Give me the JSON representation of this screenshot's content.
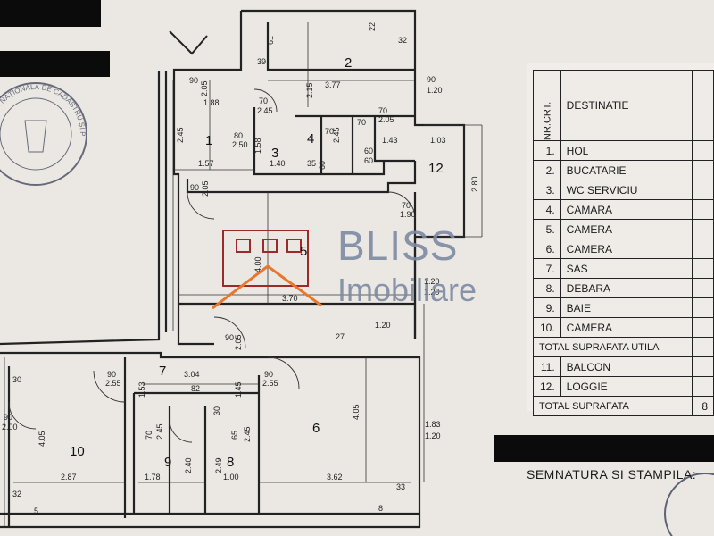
{
  "watermark": {
    "brand": "BLISS",
    "sub": "Imobiliare",
    "color": "#7d8aa2",
    "accent": "#e8772e"
  },
  "stamp": {
    "text": "AGENȚIA NAȚIONALĂ DE CADASTRU ȘI PUBLICITATE IMOBILIARĂ OFICIUL DE CADASTRU"
  },
  "rooms": [
    "1",
    "2",
    "3",
    "4",
    "5",
    "6",
    "7",
    "8",
    "9",
    "10",
    "12"
  ],
  "dims": {
    "d61": "61",
    "d39": "39",
    "d22": "22",
    "d32": "32",
    "d2_15": "2.15",
    "d3_77": "3.77",
    "d90a": "90",
    "d1_20a": "1.20",
    "d90b": "90",
    "d2_05a": "2.05",
    "d1_88": "1.88",
    "d70a": "70",
    "d2_45a": "2.45",
    "d70b": "70",
    "d2_05b": "2.05",
    "d2_45b": "2.45",
    "d80": "80",
    "d2_50": "2.50",
    "d1_58": "1.58",
    "d70c": "70",
    "d2_45c": "2.45",
    "d70d": "70",
    "d1_43": "1.43",
    "d1_03": "1.03",
    "d1_57": "1.57",
    "d1_40": "1.40",
    "d35": "35",
    "d60a": "60",
    "d60b": "60",
    "d60c": "60",
    "d2_80": "2.80",
    "d90c": "90",
    "d2_05c": "2.05",
    "d70e": "70",
    "d1_90": "1.90",
    "d4_00": "4.00",
    "d3_70": "3.70",
    "d1_20b": "1.20",
    "d1_20c": "1.20",
    "d1_20d": "1.20",
    "d90d": "90",
    "d2_05d": "2.05",
    "d27": "27",
    "d90e": "90",
    "d2_55a": "2.55",
    "d3_04": "3.04",
    "d90f": "90",
    "d2_55b": "2.55",
    "d1_53": "1.53",
    "d82": "82",
    "d1_45": "1.45",
    "d30a": "30",
    "d30b": "30",
    "d90g": "90",
    "d2_00": "2.00",
    "d4_05a": "4.05",
    "d4_05b": "4.05",
    "d70f": "70",
    "d2_45d": "2.45",
    "d65": "65",
    "d2_45e": "2.45",
    "d2_40": "2.40",
    "d2_49": "2.49",
    "d1_83": "1.83",
    "d1_20e": "1.20",
    "d2_87": "2.87",
    "d1_78": "1.78",
    "d1_00": "1.00",
    "d3_62": "3.62",
    "d32b": "32",
    "d5": "5",
    "d8": "8",
    "d33": "33"
  },
  "legend": {
    "header_nr": "NR.CRT.",
    "header_dest": "DESTINATIE",
    "rows": [
      {
        "nr": "1.",
        "dest": "HOL"
      },
      {
        "nr": "2.",
        "dest": "BUCATARIE"
      },
      {
        "nr": "3.",
        "dest": "WC SERVICIU"
      },
      {
        "nr": "4.",
        "dest": "CAMARA"
      },
      {
        "nr": "5.",
        "dest": "CAMERA"
      },
      {
        "nr": "6.",
        "dest": "CAMERA"
      },
      {
        "nr": "7.",
        "dest": "SAS"
      },
      {
        "nr": "8.",
        "dest": "DEBARA"
      },
      {
        "nr": "9.",
        "dest": "BAIE"
      },
      {
        "nr": "10.",
        "dest": "CAMERA"
      }
    ],
    "total_utila": "TOTAL SUPRAFATA UTILA",
    "rows2": [
      {
        "nr": "11.",
        "dest": "BALCON"
      },
      {
        "nr": "12.",
        "dest": "LOGGIE"
      }
    ],
    "total": "TOTAL SUPRAFATA",
    "total_value": "8"
  },
  "signature": "SEMNATURA SI STAMPILA:"
}
